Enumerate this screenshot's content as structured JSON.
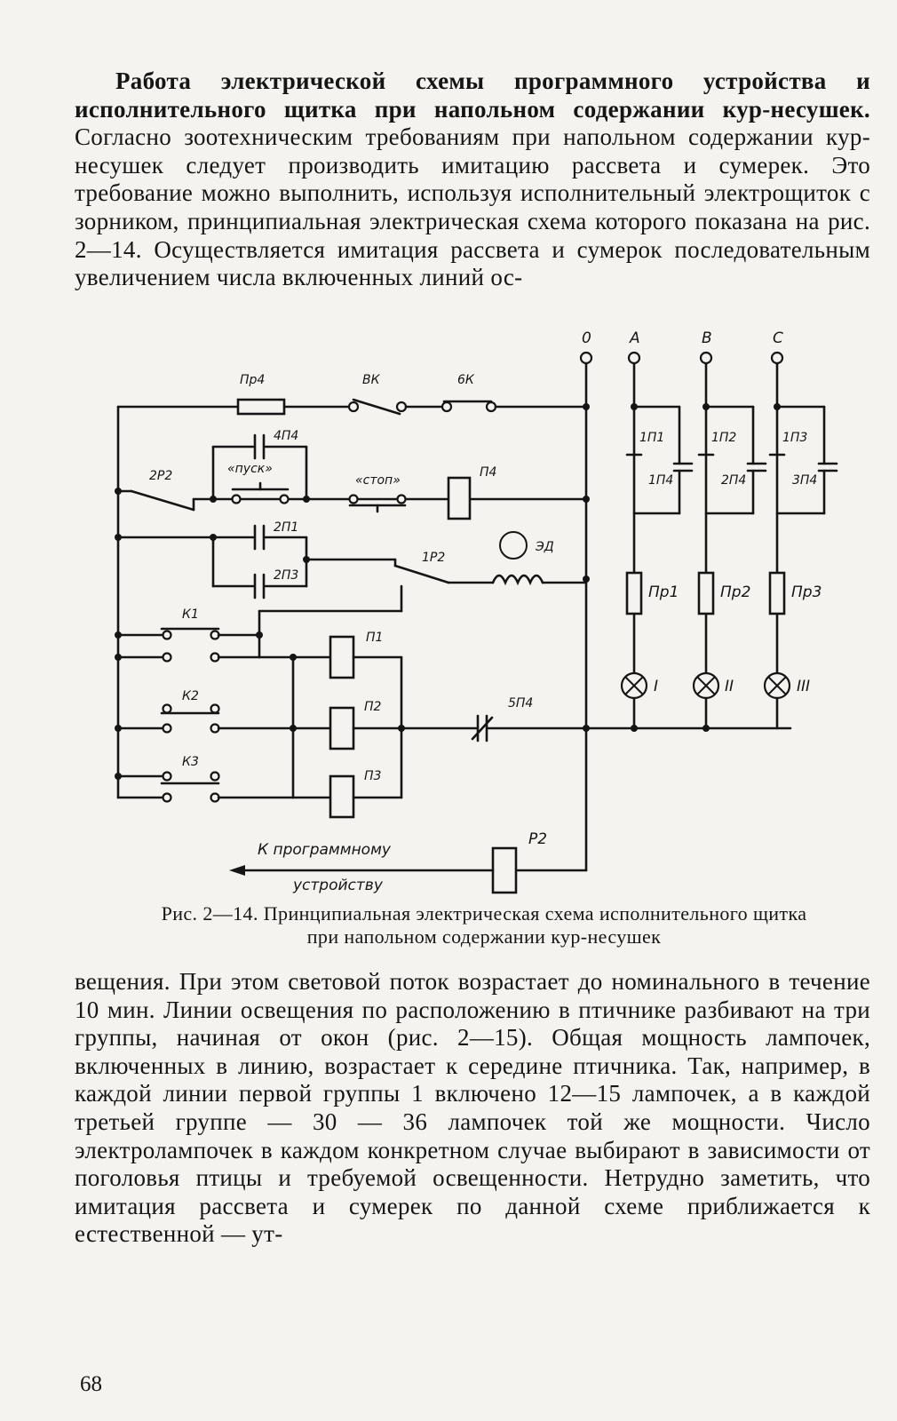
{
  "paragraph_top": {
    "bold_lead": "Работа электрической схемы программного устройства и исполнительного щитка при напольном содержании кур-несушек.",
    "text": " Согласно зоотехническим требованиям при напольном содержании кур-несушек следует производить имитацию рассвета и сумерек. Это требование можно выполнить, используя исполнительный электрощиток с зорником, принципиальная электрическая схема которого показана на рис. 2—14. Осуществляется имитация рассвета и сумерок последовательным увеличением числа включенных линий ос-"
  },
  "figure": {
    "caption_line1": "Рис. 2—14. Принципиальная электрическая схема исполнительного щитка",
    "caption_line2": "при напольном содержании кур-несушек",
    "labels": {
      "phase_0": "0",
      "phase_a": "А",
      "phase_b": "В",
      "phase_c": "С",
      "fuse_pr4": "Пр4",
      "switch_vk": "ВК",
      "switch_6k": "6К",
      "contact_4p4": "4П4",
      "contact_2r2": "2Р2",
      "button_start": "«пуск»",
      "button_stop": "«стоп»",
      "coil_p4": "П4",
      "contact_2p1": "2П1",
      "contact_2p3": "2П3",
      "contact_1r2": "1Р2",
      "motor_ed": "ЭД",
      "k1": "К1",
      "k2": "К2",
      "k3": "К3",
      "coil_p1": "П1",
      "coil_p2": "П2",
      "coil_p3": "П3",
      "contact_5p4": "5П4",
      "coil_r2": "Р2",
      "arrow_line1": "К программному",
      "arrow_line2": "устройству",
      "contact_1p1": "1П1",
      "contact_1p2": "1П2",
      "contact_1p3": "1П3",
      "contact_1p4": "1П4",
      "contact_2p4": "2П4",
      "contact_3p4": "3П4",
      "fuse_pr1": "Пр1",
      "fuse_pr2": "Пр2",
      "fuse_pr3": "Пр3",
      "lamp_1": "I",
      "lamp_2": "II",
      "lamp_3": "III"
    }
  },
  "paragraph_bottom": {
    "text": "вещения. При этом световой поток возрастает до номинального в течение 10 мин. Линии освещения по расположению в птичнике разбивают на три группы, начиная от окон (рис. 2—15). Общая мощность лампочек, включенных в линию, возрастает к середине птичника. Так, например, в каждой линии первой группы 1 включено 12—15 лампочек, а в каждой третьей группе — 30 — 36 лампочек той же мощности. Число электролампочек в каждом конкретном случае выбирают в зависимости от поголовья птицы и требуемой освещенности. Нетрудно заметить, что имитация рассвета и сумерек по данной схеме приближается к естественной — ут-"
  },
  "page_number": "68"
}
